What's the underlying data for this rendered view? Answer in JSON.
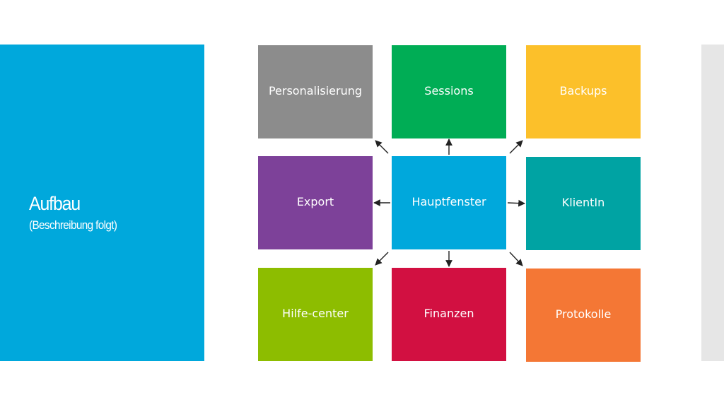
{
  "side": {
    "title": "Aufbau",
    "subtitle": "(Beschreibung folgt)",
    "color": "#00a8dc"
  },
  "diagram": {
    "center": {
      "label": "Hauptfenster",
      "color": "#00a8dc"
    },
    "nodes": [
      {
        "id": "personalisierung",
        "label": "Personalisierung",
        "color": "#8c8c8c"
      },
      {
        "id": "sessions",
        "label": "Sessions",
        "color": "#00ad55"
      },
      {
        "id": "backups",
        "label": "Backups",
        "color": "#fcc02a"
      },
      {
        "id": "export",
        "label": "Export",
        "color": "#7d4199"
      },
      {
        "id": "klientin",
        "label": "KlientIn",
        "color": "#00a3a3"
      },
      {
        "id": "hilfe-center",
        "label": "Hilfe-center",
        "color": "#8dbd00"
      },
      {
        "id": "finanzen",
        "label": "Finanzen",
        "color": "#d21041"
      },
      {
        "id": "protokolle",
        "label": "Protokolle",
        "color": "#f47735"
      }
    ]
  }
}
